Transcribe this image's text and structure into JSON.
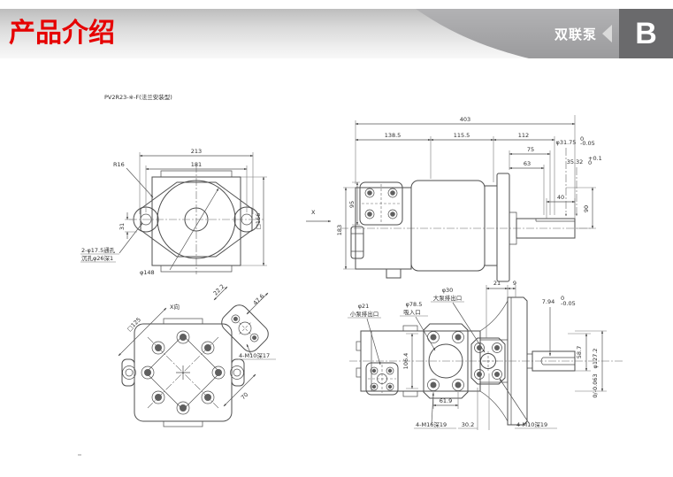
{
  "header": {
    "page_title": "产品介绍",
    "tab_label": "双联泵",
    "tab_letter": "B"
  },
  "colors": {
    "title_red": "#e60000",
    "band_gray": "#a6a6a8",
    "tab_dark_gray": "#6a6a6c",
    "drawing_line": "#4d4d4d"
  },
  "drawing": {
    "title": "PV2R23-※-F(法兰安装型)",
    "front_view": {
      "dim_213": "213",
      "dim_181": "181",
      "dim_r16": "R16",
      "dim_31": "31",
      "dim_sq166": "□166",
      "dim_d148": "φ148",
      "note_holes_1": "2-φ17.5通孔",
      "note_holes_2": "沉孔φ26深1"
    },
    "side_view": {
      "view_label": "X",
      "dim_403": "403",
      "dim_138_5": "138.5",
      "dim_115_5": "115.5",
      "dim_112": "112",
      "dim_75": "75",
      "dim_63": "63",
      "dim_40": "40",
      "dim_shaft_dia": "φ31.75",
      "shaft_tol_top": "0",
      "shaft_tol_bot": "-0.05",
      "dim_key_height": "35.32",
      "key_tol_top": "+0.1",
      "key_tol_bot": "0",
      "dim_90": "90",
      "dim_183": "183",
      "dim_95": "95"
    },
    "x_view": {
      "label": "X向",
      "dim_sq125": "□125",
      "dim_70": "70",
      "dim_22_2": "22.2",
      "dim_47_6": "47.6",
      "note_ports": "4-M10深17"
    },
    "bottom_view": {
      "dim_d30": "φ30",
      "note_d30": "大泵排出口",
      "dim_d21": "φ21",
      "note_d21": "小泵排出口",
      "dim_d78_5": "φ78.5",
      "note_d78_5": "吸入口",
      "dim_21": "21",
      "dim_9": "9",
      "dim_106_4": "106.4",
      "dim_61_9": "61.9",
      "dim_30_2": "30.2",
      "note_m16": "4-M16深19",
      "note_m10": "4-M10深19",
      "dim_key_w": "7.94",
      "key_w_tol_top": "0",
      "key_w_tol_bot": "-0.05",
      "dim_58_7": "58.7",
      "dim_d127_2": "φ127.2",
      "d127_tol": "0/-0.063"
    }
  }
}
